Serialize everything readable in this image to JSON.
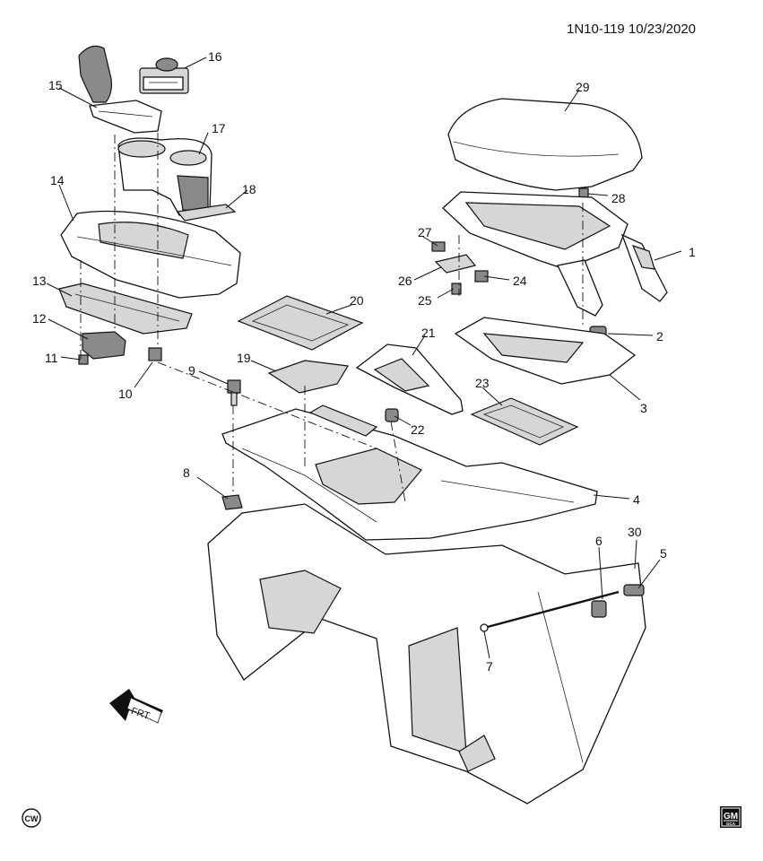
{
  "header": {
    "doc_id": "1N10-119  10/23/2020"
  },
  "callouts": [
    {
      "n": "1"
    },
    {
      "n": "2"
    },
    {
      "n": "3"
    },
    {
      "n": "4"
    },
    {
      "n": "5"
    },
    {
      "n": "6"
    },
    {
      "n": "7"
    },
    {
      "n": "8"
    },
    {
      "n": "9"
    },
    {
      "n": "10"
    },
    {
      "n": "11"
    },
    {
      "n": "12"
    },
    {
      "n": "13"
    },
    {
      "n": "14"
    },
    {
      "n": "15"
    },
    {
      "n": "16"
    },
    {
      "n": "17"
    },
    {
      "n": "18"
    },
    {
      "n": "19"
    },
    {
      "n": "20"
    },
    {
      "n": "21"
    },
    {
      "n": "22"
    },
    {
      "n": "23"
    },
    {
      "n": "24"
    },
    {
      "n": "25"
    },
    {
      "n": "26"
    },
    {
      "n": "27"
    },
    {
      "n": "28"
    },
    {
      "n": "29"
    },
    {
      "n": "30"
    }
  ],
  "direction_marker": {
    "label": "FRT",
    "icon": "front-arrow-icon"
  },
  "rotation_badge": {
    "label": "CW",
    "icon": "cw-badge-icon"
  },
  "brand_logo": {
    "top": "GM",
    "bottom": "GCA",
    "icon": "gm-logo-icon"
  }
}
